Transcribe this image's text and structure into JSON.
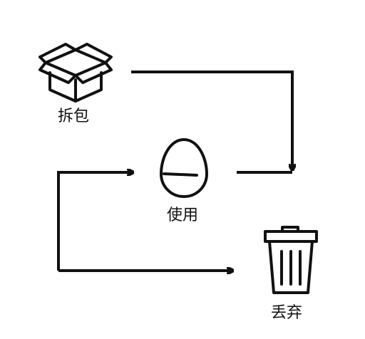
{
  "steps": [
    {
      "id": "unbox",
      "label": "拆包",
      "icon": "open-box-icon"
    },
    {
      "id": "use",
      "label": "使用",
      "icon": "egg-icon"
    },
    {
      "id": "discard",
      "label": "丢弃",
      "icon": "trash-can-icon"
    }
  ],
  "colors": {
    "stroke": "#111111",
    "background": "#ffffff"
  }
}
